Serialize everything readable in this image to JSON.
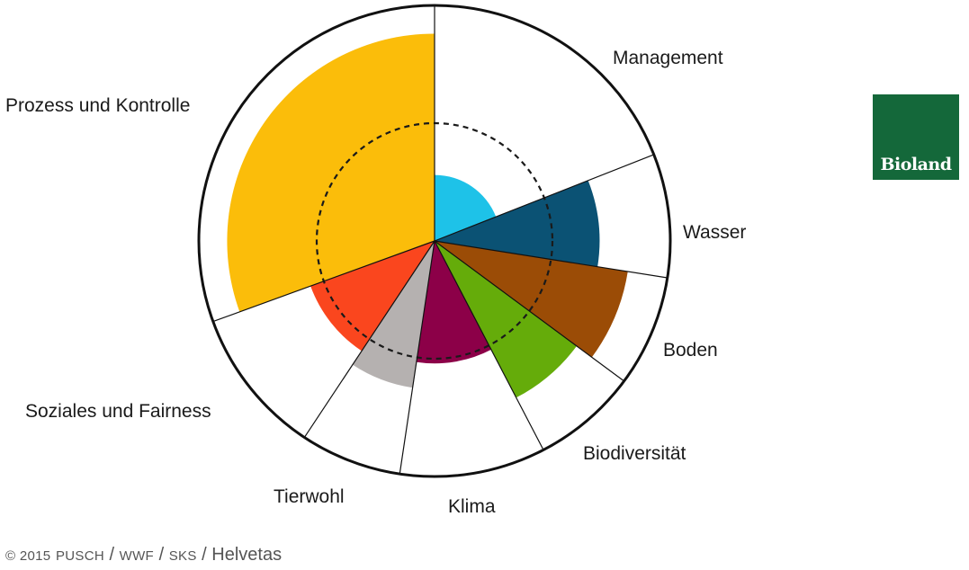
{
  "chart_data": {
    "type": "polar-area",
    "max_value": 100,
    "reference_value": 50,
    "categories": [
      {
        "name": "Management",
        "value": 28,
        "color": "#1ec2e8"
      },
      {
        "name": "Wasser",
        "value": 70,
        "color": "#0b5274"
      },
      {
        "name": "Boden",
        "value": 83,
        "color": "#9b4c06"
      },
      {
        "name": "Biodiversität",
        "value": 75,
        "color": "#65ac0a"
      },
      {
        "name": "Klima",
        "value": 52,
        "color": "#8c0048"
      },
      {
        "name": "Tierwohl",
        "value": 63,
        "color": "#b5b1b0"
      },
      {
        "name": "Soziales und Fairness",
        "value": 56,
        "color": "#fa461e"
      },
      {
        "name": "Prozess und Kontrolle",
        "value": 88,
        "color": "#fbbd0a"
      }
    ]
  },
  "logo": {
    "text": "Bioland",
    "color": "#14683a"
  },
  "footer": {
    "copyright": "© 2015",
    "pusch": "PUSCH",
    "sep1": " / ",
    "wwf": "WWF",
    "sep2": " / ",
    "sks": "SKS",
    "sep3": " / ",
    "helvetas": "Helvetas"
  }
}
